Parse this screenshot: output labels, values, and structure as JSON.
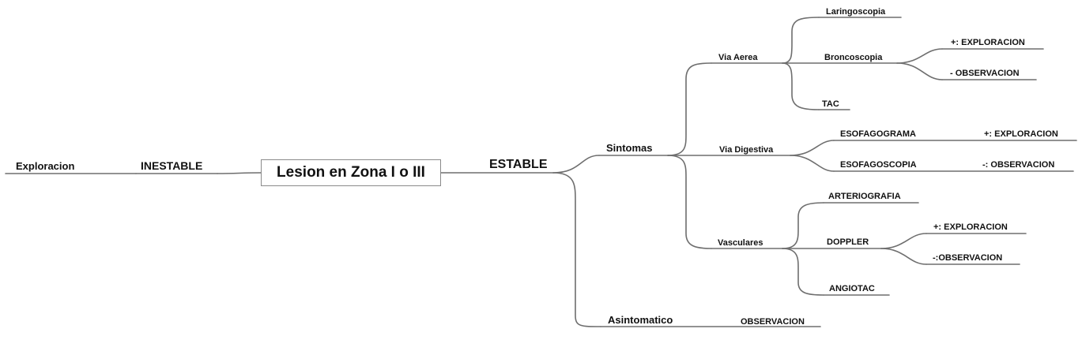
{
  "root": {
    "label": "Lesion en Zona I o III"
  },
  "left": {
    "inestable": "INESTABLE",
    "exploracion": "Exploracion"
  },
  "right": {
    "estable": "ESTABLE",
    "sintomas": "Sintomas",
    "asintomatico": "Asintomatico",
    "asintomatico_result": "OBSERVACION"
  },
  "via_aerea": {
    "label": "Via Aerea",
    "laringoscopia": "Laringoscopia",
    "broncoscopia": "Broncoscopia",
    "bronco_pos": "+: EXPLORACION",
    "bronco_neg": "- OBSERVACION",
    "tac": "TAC"
  },
  "via_digestiva": {
    "label": "Via Digestiva",
    "esofagograma": "ESOFAGOGRAMA",
    "esofagograma_result": "+: EXPLORACION",
    "esofagoscopia": "ESOFAGOSCOPIA",
    "esofagoscopia_result": "-: OBSERVACION"
  },
  "vasculares": {
    "label": "Vasculares",
    "arteriografia": "ARTERIOGRAFIA",
    "doppler": "DOPPLER",
    "doppler_pos": "+: EXPLORACION",
    "doppler_neg": "-:OBSERVACION",
    "angiotac": "ANGIOTAC"
  },
  "colors": {
    "line": "#6e6e6e",
    "border": "#8a8a8a",
    "text": "#111111"
  }
}
